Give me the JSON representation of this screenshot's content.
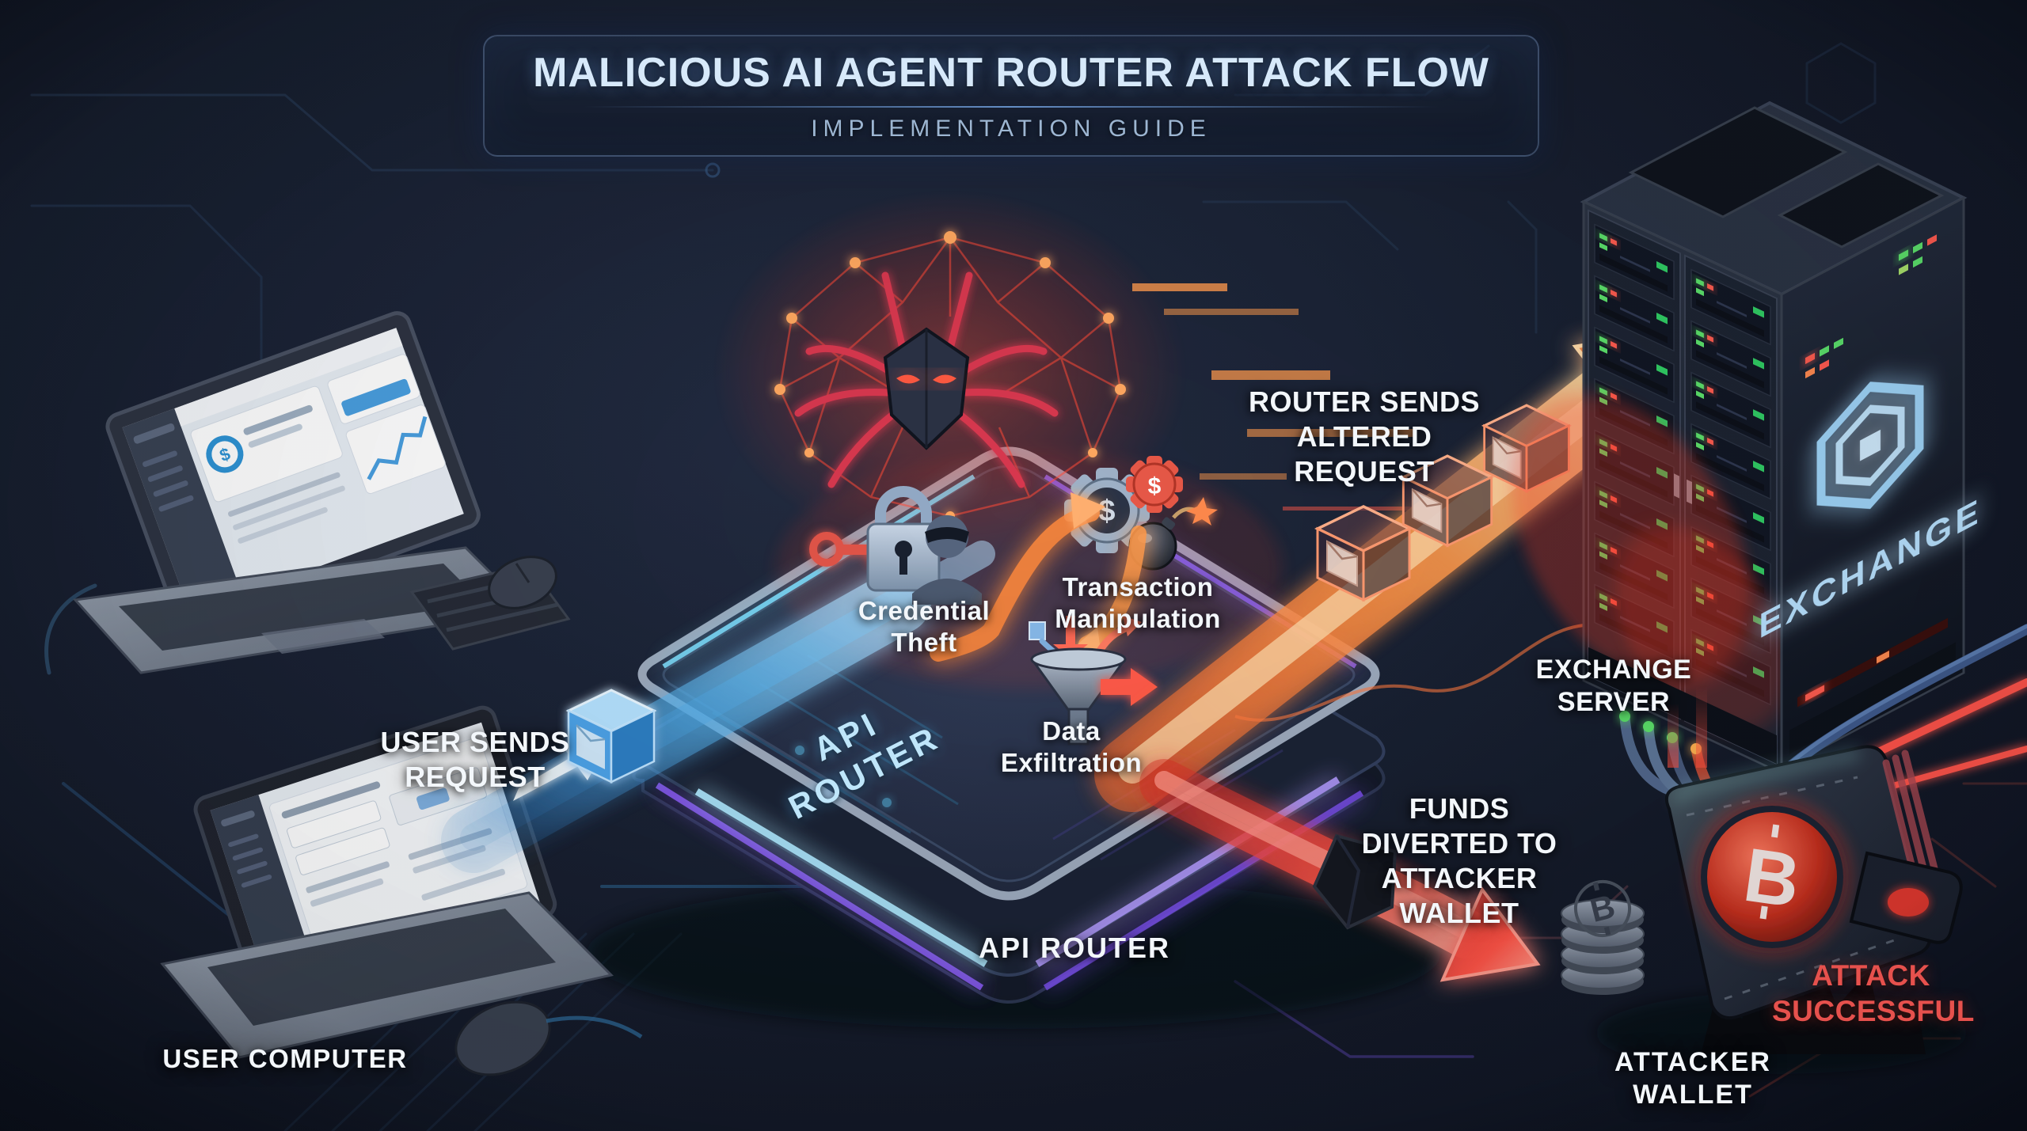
{
  "title": {
    "heading": "MALICIOUS AI AGENT ROUTER ATTACK FLOW",
    "subtitle": "IMPLEMENTATION GUIDE"
  },
  "labels": {
    "user_sends_request": "USER SENDS REQUEST",
    "user_computer": "USER COMPUTER",
    "api_router_edge": "API ROUTER",
    "api_router": "API ROUTER",
    "credential_theft": "Credential Theft",
    "transaction_manipulation": "Transaction Manipulation",
    "data_exfiltration": "Data Exfiltration",
    "router_sends_altered_request": "ROUTER SENDS ALTERED REQUEST",
    "exchange_server": "EXCHANGE SERVER",
    "exchange_logo": "EXCHANGE",
    "funds_diverted": "FUNDS DIVERTED TO ATTACKER WALLET",
    "attacker_wallet": "ATTACKER WALLET",
    "attack_successful": "ATTACK SUCCESSFUL"
  },
  "icons": {
    "bitcoin_symbol": "B",
    "dollar_symbol": "$"
  },
  "colors": {
    "background": "#141a29",
    "beam_blue": "#5ab8f2",
    "beam_orange": "#ff8a3c",
    "beam_red": "#ff4538",
    "neon_cyan": "#54c8f8",
    "neon_purple": "#8b5cf6",
    "label_white": "#f3f7fb",
    "attack_red": "#e6514d",
    "exchange_logo_blue": "#a9d7f8",
    "led_green": "#5ce06b",
    "led_red": "#ff5b50"
  }
}
